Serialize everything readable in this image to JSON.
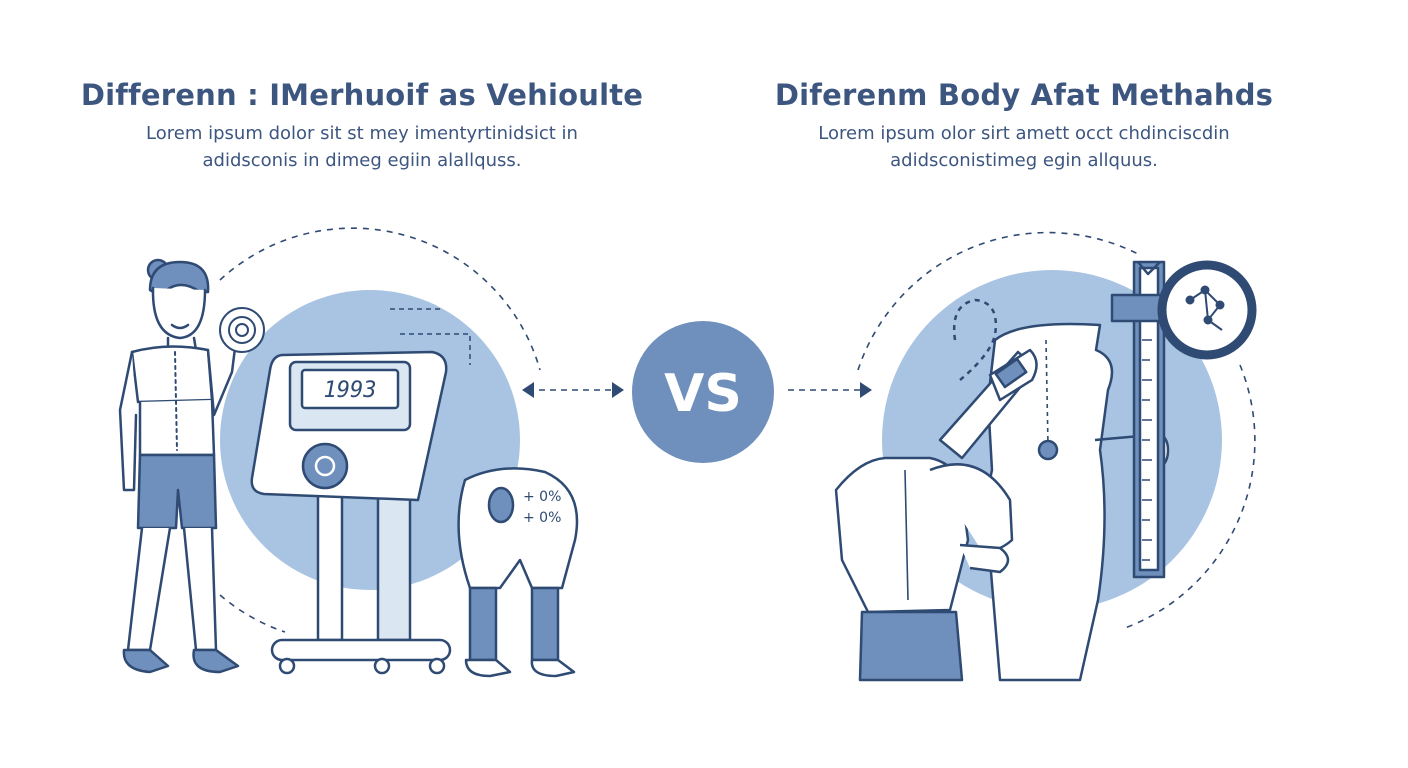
{
  "left": {
    "title": "Differenn : IMerhuoif as Vehioulte",
    "description": [
      "Lorem ipsum dolor sit st mey imentyrtinidsict in",
      "adidsconis in dimeg egiin alallquss."
    ],
    "scale_display": "1993",
    "body_readings": [
      "+ 0%",
      "+ 0%"
    ]
  },
  "right": {
    "title": "Diferenm Body Afat Methahds",
    "description": [
      "Lorem ipsum olor sirt amett occt chdinciscdin",
      "adidsconistimeg egin allquus."
    ]
  },
  "center": {
    "vs_label": "VS"
  },
  "colors": {
    "navy": "#2f4a73",
    "accent": "#6f8fbd",
    "light": "#a9c4e2",
    "pale": "#dbe6f3",
    "text": "#3d5680"
  }
}
